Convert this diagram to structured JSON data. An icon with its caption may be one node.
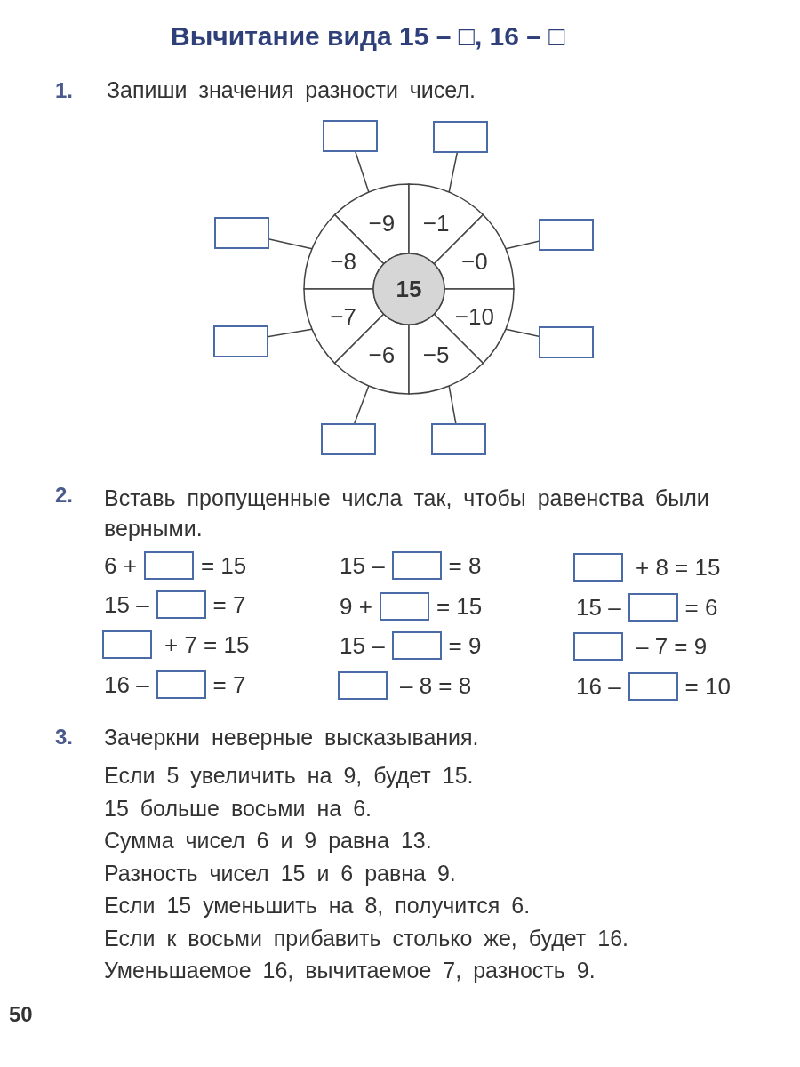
{
  "diagram": {
    "title": "Вычитание вида 15 – □, 16 – □",
    "nodes": [
      {
        "text": [
          "−9"
        ]
      },
      {
        "text": [
          "−1"
        ]
      },
      {
        "text": [
          "−8"
        ]
      },
      {
        "text": [
          "−0"
        ]
      },
      {
        "text": [
          "−7"
        ]
      },
      {
        "text": [
          "−10"
        ]
      },
      {
        "text": [
          "−6"
        ]
      },
      {
        "text": [
          "−5"
        ]
      },
      {
        "text": [
          "15"
        ]
      },
      {
        "text": [],
        "shape": "box"
      },
      {
        "text": [],
        "shape": "box"
      },
      {
        "text": [],
        "shape": "box"
      },
      {
        "text": [],
        "shape": "box"
      },
      {
        "text": [],
        "shape": "box"
      },
      {
        "text": [],
        "shape": "box"
      },
      {
        "text": [],
        "shape": "box"
      },
      {
        "text": [],
        "shape": "box"
      }
    ],
    "edges": [
      {
        "from": 9,
        "to": 0,
        "arrow": "none"
      },
      {
        "from": 10,
        "to": 1,
        "arrow": "none"
      },
      {
        "from": 11,
        "to": 2,
        "arrow": "none"
      },
      {
        "from": 12,
        "to": 3,
        "arrow": "none"
      },
      {
        "from": 13,
        "to": 4,
        "arrow": "none"
      },
      {
        "from": 14,
        "to": 5,
        "arrow": "none"
      },
      {
        "from": 15,
        "to": 6,
        "arrow": "none"
      },
      {
        "from": 16,
        "to": 7,
        "arrow": "none"
      }
    ],
    "labels": [
      "1.",
      "Запиши значения разности чисел.",
      "2.",
      "Вставь пропущенные числа так, чтобы равенства были верными.",
      "6 +",
      "= 15",
      "15 –",
      "= 8",
      "+ 8 = 15",
      "15 –",
      "= 7",
      "9 +",
      "= 15",
      "15 –",
      "= 6",
      "+ 7 = 15",
      "15 –",
      "= 9",
      "– 7 = 9",
      "16 –",
      "= 7",
      "– 8 = 8",
      "16 –",
      "= 10",
      "3.",
      "Зачеркни неверные высказывания.",
      "Если 5 увеличить на 9, будет 15.",
      "15 больше восьми на 6.",
      "Сумма чисел 6 и 9 равна 13.",
      "Разность чисел 15 и 6 равна 9.",
      "Если 15 уменьшить на 8, получится 6.",
      "Если к восьми прибавить столько же, будет 16.",
      "Уменьшаемое 16, вычитаемое 7, разность 9.",
      "50"
    ]
  }
}
